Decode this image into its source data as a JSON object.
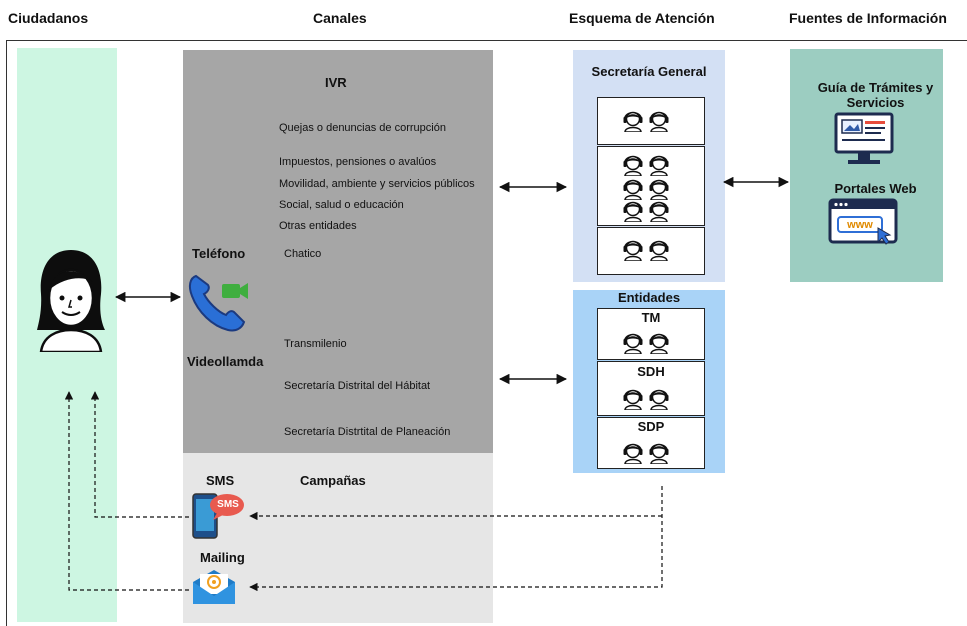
{
  "headers": {
    "ciudadanos": "Ciudadanos",
    "canales": "Canales",
    "esquema": "Esquema de Atención",
    "fuentes": "Fuentes de Información"
  },
  "ivr": {
    "title": "IVR",
    "options": [
      "Quejas o denuncias de corrupción",
      "Impuestos, pensiones o avalúos",
      "Movilidad, ambiente y servicios públicos",
      "Social, salud o educación",
      "Otras entidades",
      "Chatico"
    ],
    "entities": [
      "Transmilenio",
      "Secretaría Distrital del Hábitat",
      "Secretaría Distrtital de Planeación"
    ]
  },
  "channels": {
    "telefono": "Teléfono",
    "videollamada": "Videollamda",
    "sms": "SMS",
    "campanas": "Campañas",
    "mailing": "Mailing",
    "sms_badge": "SMS"
  },
  "esquema": {
    "secretaria_title": "Secretaría General",
    "entidades_title": "Entidades",
    "entities": [
      "TM",
      "SDH",
      "SDP"
    ]
  },
  "fuentes": {
    "guia": "Guía de Trámites y Servicios",
    "portales": "Portales Web",
    "www": "www"
  },
  "colors": {
    "ciudadanos_bg": "#cdf6e2",
    "canales_bg": "#a6a6a6",
    "campanas_bg": "#e6e6e6",
    "secretaria_bg": "#d3e0f4",
    "entidades_bg": "#a9d3f7",
    "fuentes_bg": "#9ccdc1"
  }
}
